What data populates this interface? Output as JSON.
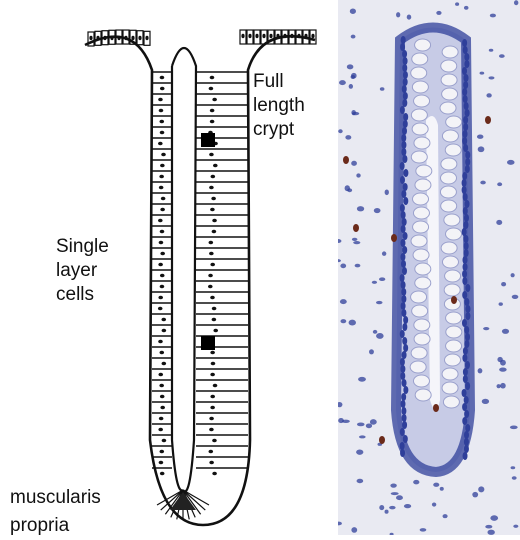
{
  "labels": {
    "full_length_crypt": [
      "Full",
      "length",
      "crypt"
    ],
    "single_layer_cells": [
      "Single",
      "layer",
      "cells"
    ],
    "muscularis_propria": [
      "muscularis",
      "propria"
    ]
  },
  "colors": {
    "background": "#ffffff",
    "line": "#111111",
    "dark_cell": "#000000",
    "tissue_bg": "#e9eaf2",
    "nucleus": "#2f3f9a",
    "goblet": "#f3f3f7",
    "brown_stain": "#6b2a1a"
  }
}
